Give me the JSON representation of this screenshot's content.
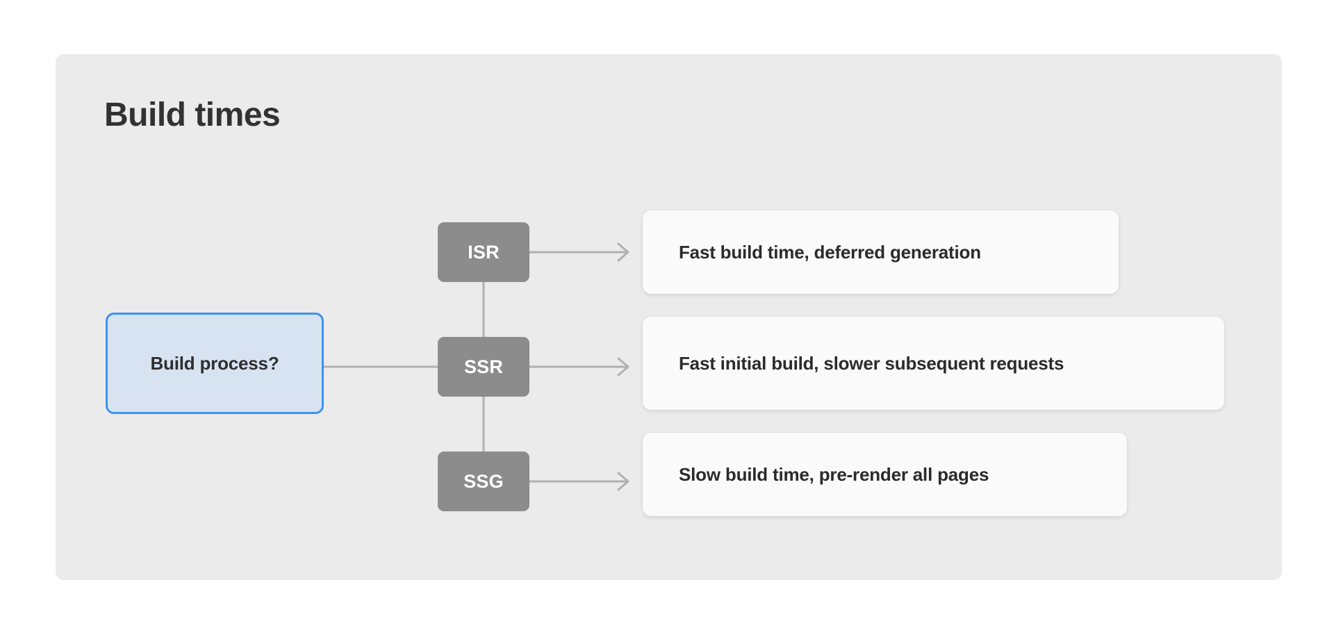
{
  "page": {
    "background_color": "#ffffff",
    "panel_background_color": "#ebebeb",
    "title": "Build times"
  },
  "diagram": {
    "type": "flowchart",
    "direction": "left-to-right",
    "root": {
      "id": "build-process",
      "label": "Build process?",
      "fill_color": "#d7e3f0",
      "border_color": "#3b93f2",
      "text_color": "#2e2e2e"
    },
    "strategies": [
      {
        "id": "isr",
        "label": "ISR",
        "fill_color": "#8c8c8c",
        "text_color": "#ffffff"
      },
      {
        "id": "ssr",
        "label": "SSR",
        "fill_color": "#8c8c8c",
        "text_color": "#ffffff"
      },
      {
        "id": "ssg",
        "label": "SSG",
        "fill_color": "#8c8c8c",
        "text_color": "#ffffff"
      }
    ],
    "outcomes": [
      {
        "id": "isr-outcome",
        "label": "Fast build time, deferred generation",
        "fill_color": "#fafafa",
        "text_color": "#2b2b2b"
      },
      {
        "id": "ssr-outcome",
        "label": "Fast initial build, slower subsequent requests",
        "fill_color": "#fafafa",
        "text_color": "#2b2b2b"
      },
      {
        "id": "ssg-outcome",
        "label": "Slow build time, pre-render all pages",
        "fill_color": "#fafafa",
        "text_color": "#2b2b2b"
      }
    ],
    "edges": [
      {
        "from": "build-process",
        "to": "ssr",
        "arrowhead": false
      },
      {
        "from": "isr",
        "to": "ssr",
        "arrowhead": false
      },
      {
        "from": "ssr",
        "to": "ssg",
        "arrowhead": false
      },
      {
        "from": "isr",
        "to": "isr-outcome",
        "arrowhead": true
      },
      {
        "from": "ssr",
        "to": "ssr-outcome",
        "arrowhead": true
      },
      {
        "from": "ssg",
        "to": "ssg-outcome",
        "arrowhead": true
      }
    ],
    "edge_color": "#b0b0b0"
  }
}
